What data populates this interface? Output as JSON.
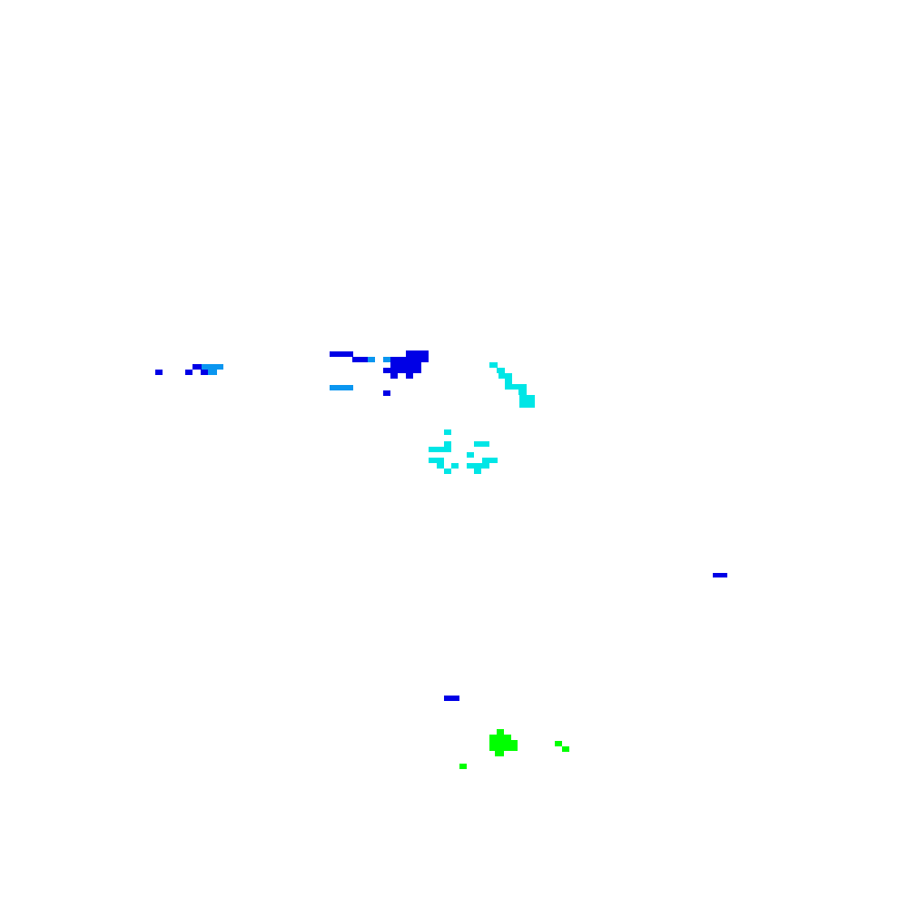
{
  "palette": {
    "background": "#ffffff",
    "blue": "#0000e6",
    "light_blue": "#0a96f0",
    "cyan": "#00e6e6",
    "green": "#00ff00"
  },
  "clusters": [
    {
      "name": "far-left-blue-fragments",
      "colors": [
        "blue",
        "light_blue"
      ]
    },
    {
      "name": "upper-center-blue-blob",
      "colors": [
        "blue",
        "light_blue"
      ]
    },
    {
      "name": "cyan-diagonal-streak",
      "colors": [
        "cyan"
      ]
    },
    {
      "name": "cyan-scatter-group",
      "colors": [
        "cyan"
      ]
    },
    {
      "name": "right-blue-dash",
      "colors": [
        "blue"
      ]
    },
    {
      "name": "lower-blue-dash",
      "colors": [
        "blue"
      ]
    },
    {
      "name": "green-blob",
      "colors": [
        "green"
      ]
    }
  ]
}
